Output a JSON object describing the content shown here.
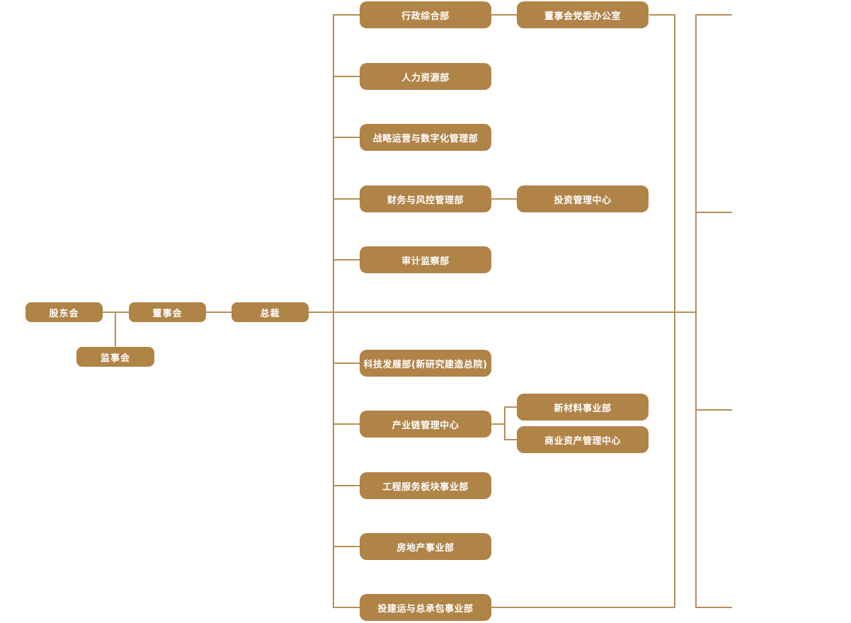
{
  "colors": {
    "node_fill": "#B08347",
    "connector": "#B78F54",
    "node_text": "#FFFFFF",
    "background": "#FFFFFF"
  },
  "governance": {
    "shareholders": {
      "label": "股东会"
    },
    "supervisory_board": {
      "label": "监事会"
    },
    "board_of_directors": {
      "label": "董事会"
    },
    "president": {
      "label": "总裁"
    }
  },
  "departments": [
    {
      "label": "行政综合部"
    },
    {
      "label": "人力资源部"
    },
    {
      "label": "战略运营与数字化管理部"
    },
    {
      "label": "财务与风控管理部"
    },
    {
      "label": "审计监察部"
    },
    {
      "label": "科技发展部(新研究建造总院)"
    },
    {
      "label": "产业链管理中心"
    },
    {
      "label": "工程服务板块事业部"
    },
    {
      "label": "房地产事业部"
    },
    {
      "label": "投建运与总承包事业部"
    }
  ],
  "sub_units": [
    {
      "label": "董事会党委办公室",
      "parent": "行政综合部"
    },
    {
      "label": "投资管理中心",
      "parent": "财务与风控管理部"
    },
    {
      "label": "新材料事业部",
      "parent": "产业链管理中心"
    },
    {
      "label": "商业资产管理中心",
      "parent": "产业链管理中心"
    }
  ]
}
